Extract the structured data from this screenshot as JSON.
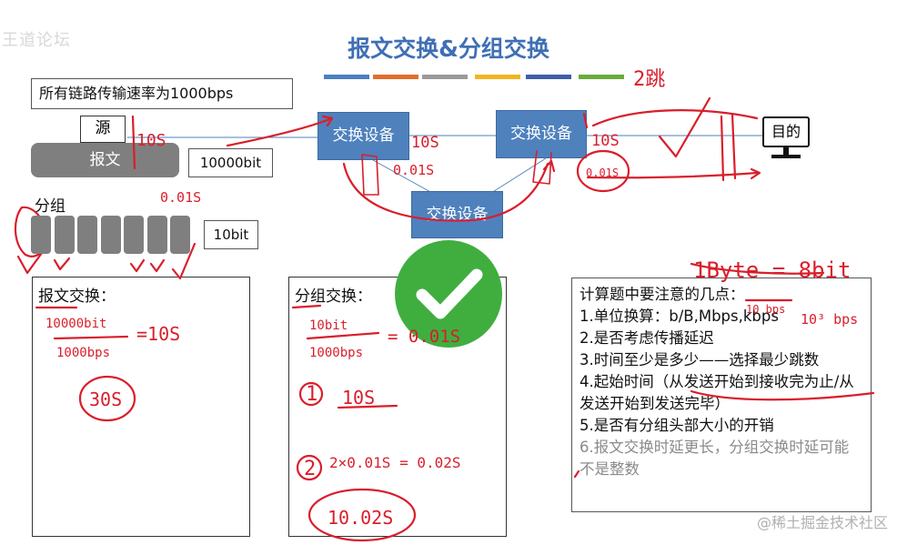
{
  "watermark_logo": "王道论坛",
  "slide_title": "报文交换&分组交换",
  "stripe_colors": [
    "#4a7fc1",
    "#e0702a",
    "#9a9a9a",
    "#f0b623",
    "#3f5fa8",
    "#6aab3c"
  ],
  "rate_note": "所有链路传输速率为1000bps",
  "source_label": "源",
  "message_label": "报文",
  "message_size": "10000bit",
  "packet_label": "分组",
  "packet_size": "10bit",
  "packet_count": 7,
  "switch_label": "交换设备",
  "destination_label": "目的",
  "panel_message": {
    "title": "报文交换："
  },
  "panel_packet": {
    "title": "分组交换："
  },
  "tips": {
    "title": "计算题中要注意的几点：",
    "items": [
      "1.单位换算：b/B,Mbps,kbps",
      "2.是否考虑传播延迟",
      "3.时间至少是多少——选择最少跳数",
      "4.起始时间（从发送开始到接收完为止/从发送开始到发送完毕）",
      "5.是否有分组头部大小的开销",
      "6.报文交换时延更长，分组交换时延可能不是整数"
    ]
  },
  "site_watermark": "@稀土掘金技术社区",
  "colors": {
    "accent_blue": "#4f81bd",
    "ink_red": "#d91e2b",
    "check_green": "#3fae3f",
    "bar_gray": "#7f7f7f"
  },
  "handwriting": {
    "hop_time": "10S",
    "packet_hop": "0.01S",
    "packet_small": "0.01S",
    "circled_small": "0.01S",
    "two_hops": "2跳",
    "byte_note": "1Byte = 8bit",
    "kbps_note": "10³ bps",
    "kb_note": "10 bps",
    "msg_num": "10000bit",
    "msg_den": "1000bps",
    "msg_res": "=10S",
    "msg_total": "30S",
    "pkt_num": "10bit",
    "pkt_den": "1000bps",
    "pkt_res": "= 0.01S",
    "step1_mark": "1",
    "step1_val": "10S",
    "step2_mark": "2",
    "step2_val": "2×0.01S = 0.02S",
    "final_val": "10.02S"
  }
}
